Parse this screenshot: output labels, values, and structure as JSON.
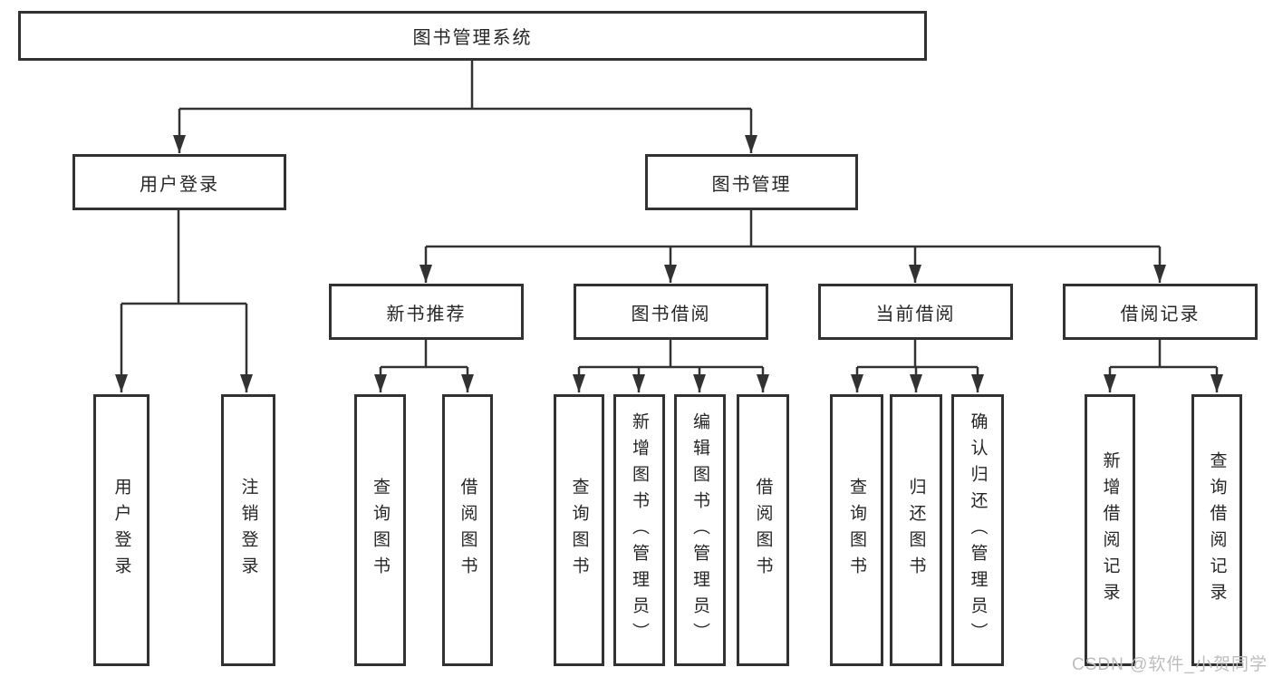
{
  "diagram": {
    "title": "图书管理系统",
    "root": "图书管理系统",
    "level2": {
      "user_login": "用户登录",
      "book_management": "图书管理"
    },
    "level3": {
      "new_book_recommendation": "新书推荐",
      "book_borrowing": "图书借阅",
      "current_borrowing": "当前借阅",
      "borrowing_records": "借阅记录"
    },
    "leaves": {
      "user_login": "用户登录",
      "logout": "注销登录",
      "query_books_1": "查询图书",
      "borrow_books_1": "借阅图书",
      "query_books_2": "查询图书",
      "add_books_admin": "新增图书（管理员）",
      "edit_books_admin": "编辑图书（管理员）",
      "borrow_books_2": "借阅图书",
      "query_books_3": "查询图书",
      "return_books": "归还图书",
      "confirm_return_admin": "确认归还（管理员）",
      "add_borrow_record": "新增借阅记录",
      "query_borrow_record": "查询借阅记录"
    },
    "hierarchy": {
      "图书管理系统": [
        "用户登录",
        "图书管理"
      ],
      "用户登录": [
        "用户登录",
        "注销登录"
      ],
      "图书管理": [
        "新书推荐",
        "图书借阅",
        "当前借阅",
        "借阅记录"
      ],
      "新书推荐": [
        "查询图书",
        "借阅图书"
      ],
      "图书借阅": [
        "查询图书",
        "新增图书（管理员）",
        "编辑图书（管理员）",
        "借阅图书"
      ],
      "当前借阅": [
        "查询图书",
        "归还图书",
        "确认归还（管理员）"
      ],
      "借阅记录": [
        "新增借阅记录",
        "查询借阅记录"
      ]
    },
    "colors": {
      "line": "#323232",
      "border": "#323232",
      "text": "#262626",
      "background": "#ffffff",
      "watermark": "#bdbdbd"
    }
  },
  "watermark": "CSDN @软件_小贺同学"
}
